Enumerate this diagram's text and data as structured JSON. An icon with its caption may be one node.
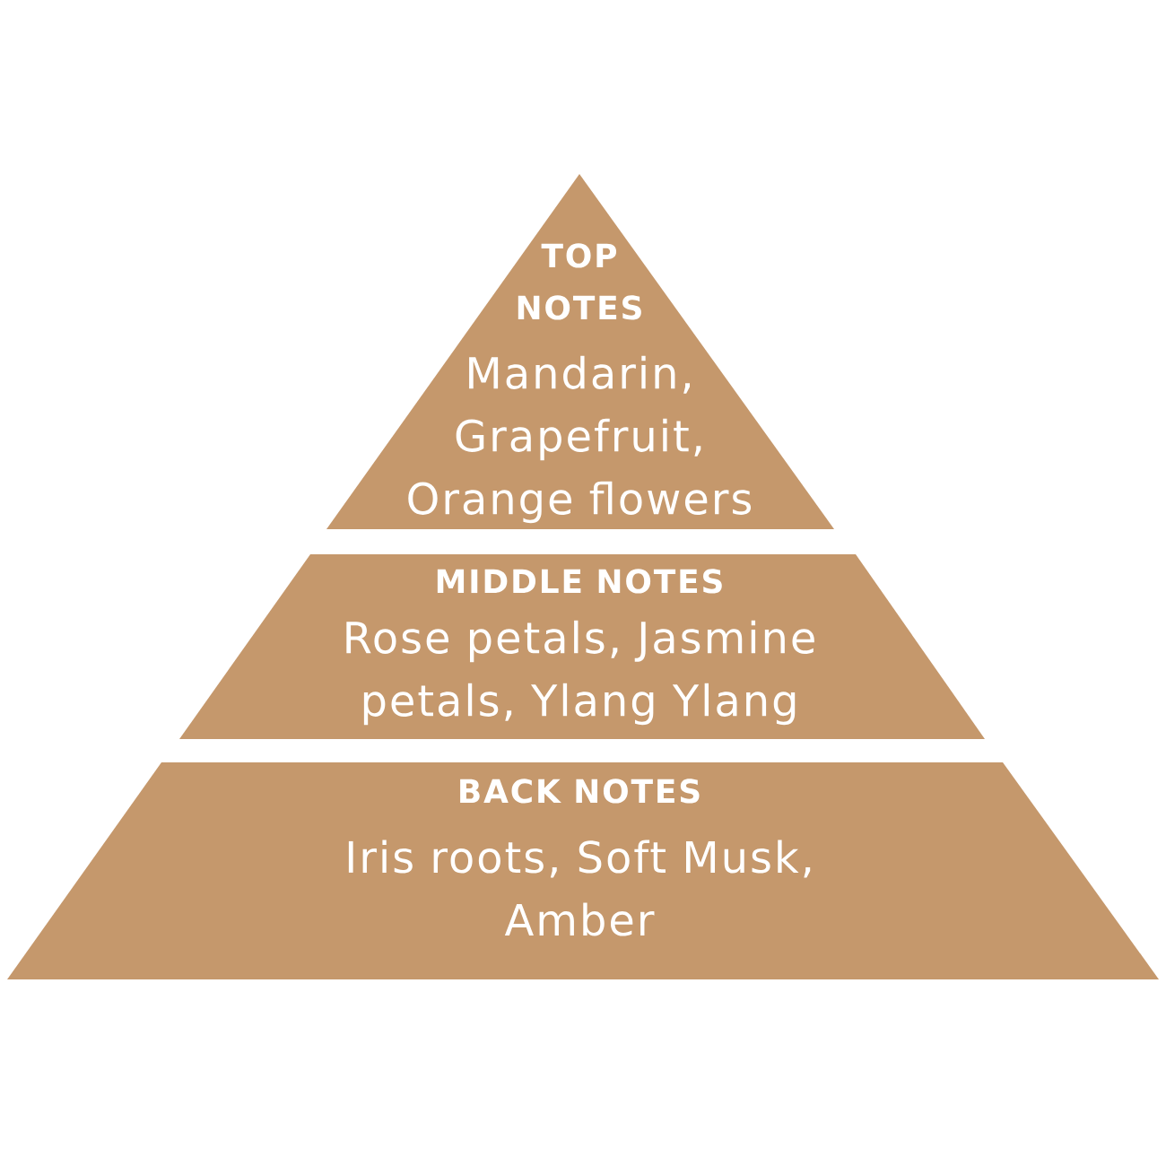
{
  "diagram": {
    "nodes": [
      {
        "text": [
          "TOP NOTES",
          "Mandarin, Grapefruit, Orange flowers"
        ]
      },
      {
        "text": [
          "MIDDLE NOTES",
          "Rose petals, Jasmine petals, Ylang Ylang"
        ]
      },
      {
        "text": [
          "BACK NOTES",
          "Iris roots, Soft Musk, Amber"
        ]
      }
    ]
  }
}
